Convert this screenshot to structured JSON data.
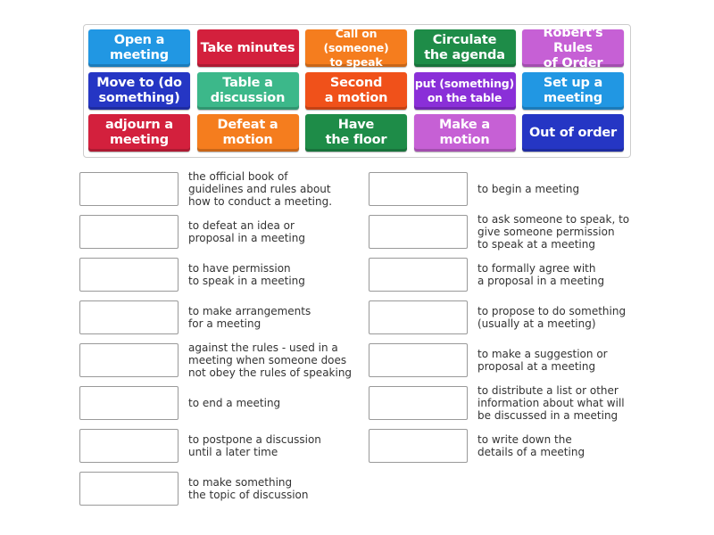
{
  "tiles": [
    {
      "label": "Open a\nmeeting",
      "color": "#2197e3"
    },
    {
      "label": "Take minutes",
      "color": "#d3203d"
    },
    {
      "label": "Call on (someone)\nto speak",
      "color": "#f57d1e",
      "small": true
    },
    {
      "label": "Circulate\nthe agenda",
      "color": "#1e8c48"
    },
    {
      "label": "Robert's Rules\nof Order",
      "color": "#c660d5"
    },
    {
      "label": "Move to (do\nsomething)",
      "color": "#2536c4"
    },
    {
      "label": "Table a\ndiscussion",
      "color": "#3cb88a"
    },
    {
      "label": "Second\na motion",
      "color": "#f0511a"
    },
    {
      "label": "put (something)\non the table",
      "color": "#8a2fd8",
      "small": true
    },
    {
      "label": "Set up a\nmeeting",
      "color": "#2197e3"
    },
    {
      "label": "adjourn a\nmeeting",
      "color": "#d3203d"
    },
    {
      "label": "Defeat a\nmotion",
      "color": "#f57d1e"
    },
    {
      "label": "Have\nthe floor",
      "color": "#1e8c48"
    },
    {
      "label": "Make a\nmotion",
      "color": "#c660d5"
    },
    {
      "label": "Out of order",
      "color": "#2536c4"
    }
  ],
  "left_definitions": [
    "the official book of\nguidelines and rules about\nhow to conduct a meeting.",
    "to defeat an idea or\nproposal in a meeting",
    "to have permission\nto speak in a meeting",
    "to make arrangements\nfor a meeting",
    "against the rules - used in a\nmeeting when someone does\nnot obey the rules of speaking",
    "to end a meeting",
    "to postpone a discussion\nuntil a later time",
    "to make something\nthe topic of discussion"
  ],
  "right_definitions": [
    "to begin a meeting",
    "to ask someone to speak, to\ngive someone permission\nto speak at a meeting",
    "to formally agree with\na proposal in a meeting",
    "to propose to do something\n(usually at a meeting)",
    "to make a suggestion or\nproposal at a meeting",
    "to distribute a list or other\ninformation about what will\nbe discussed in a meeting",
    "to write down the\ndetails of a meeting"
  ]
}
